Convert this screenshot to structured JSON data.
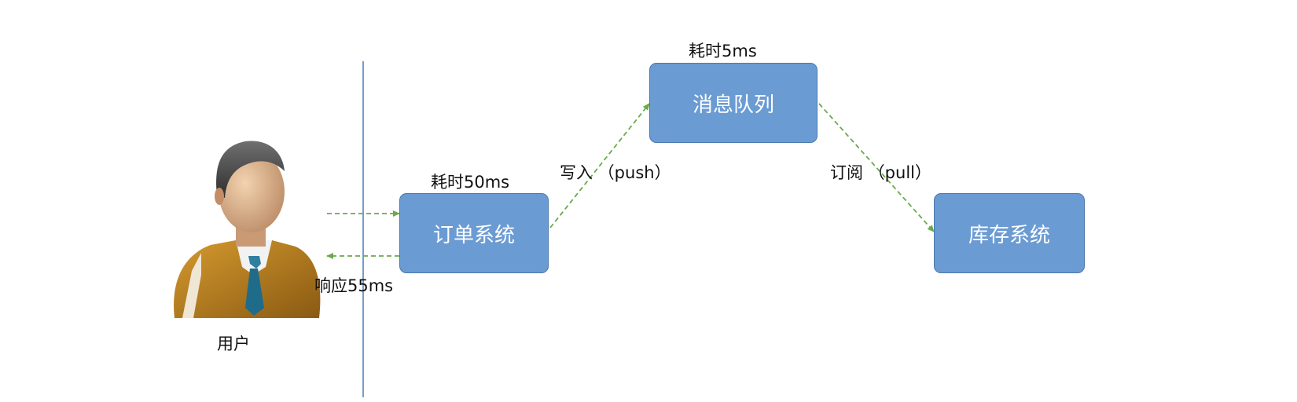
{
  "nodes": {
    "user": {
      "label": "用户"
    },
    "order": {
      "label": "订单系统",
      "time": "耗时50ms"
    },
    "mq": {
      "label": "消息队列",
      "time": "耗时5ms"
    },
    "inventory": {
      "label": "库存系统"
    }
  },
  "edges": {
    "push": "写入 （push）",
    "pull": "订阅 （pull）",
    "response": "响应55ms"
  },
  "colors": {
    "box_fill": "#6b9bd3",
    "box_border": "#4a78ad",
    "arrow": "#6aaa4a",
    "divider": "#4a7fb5"
  }
}
